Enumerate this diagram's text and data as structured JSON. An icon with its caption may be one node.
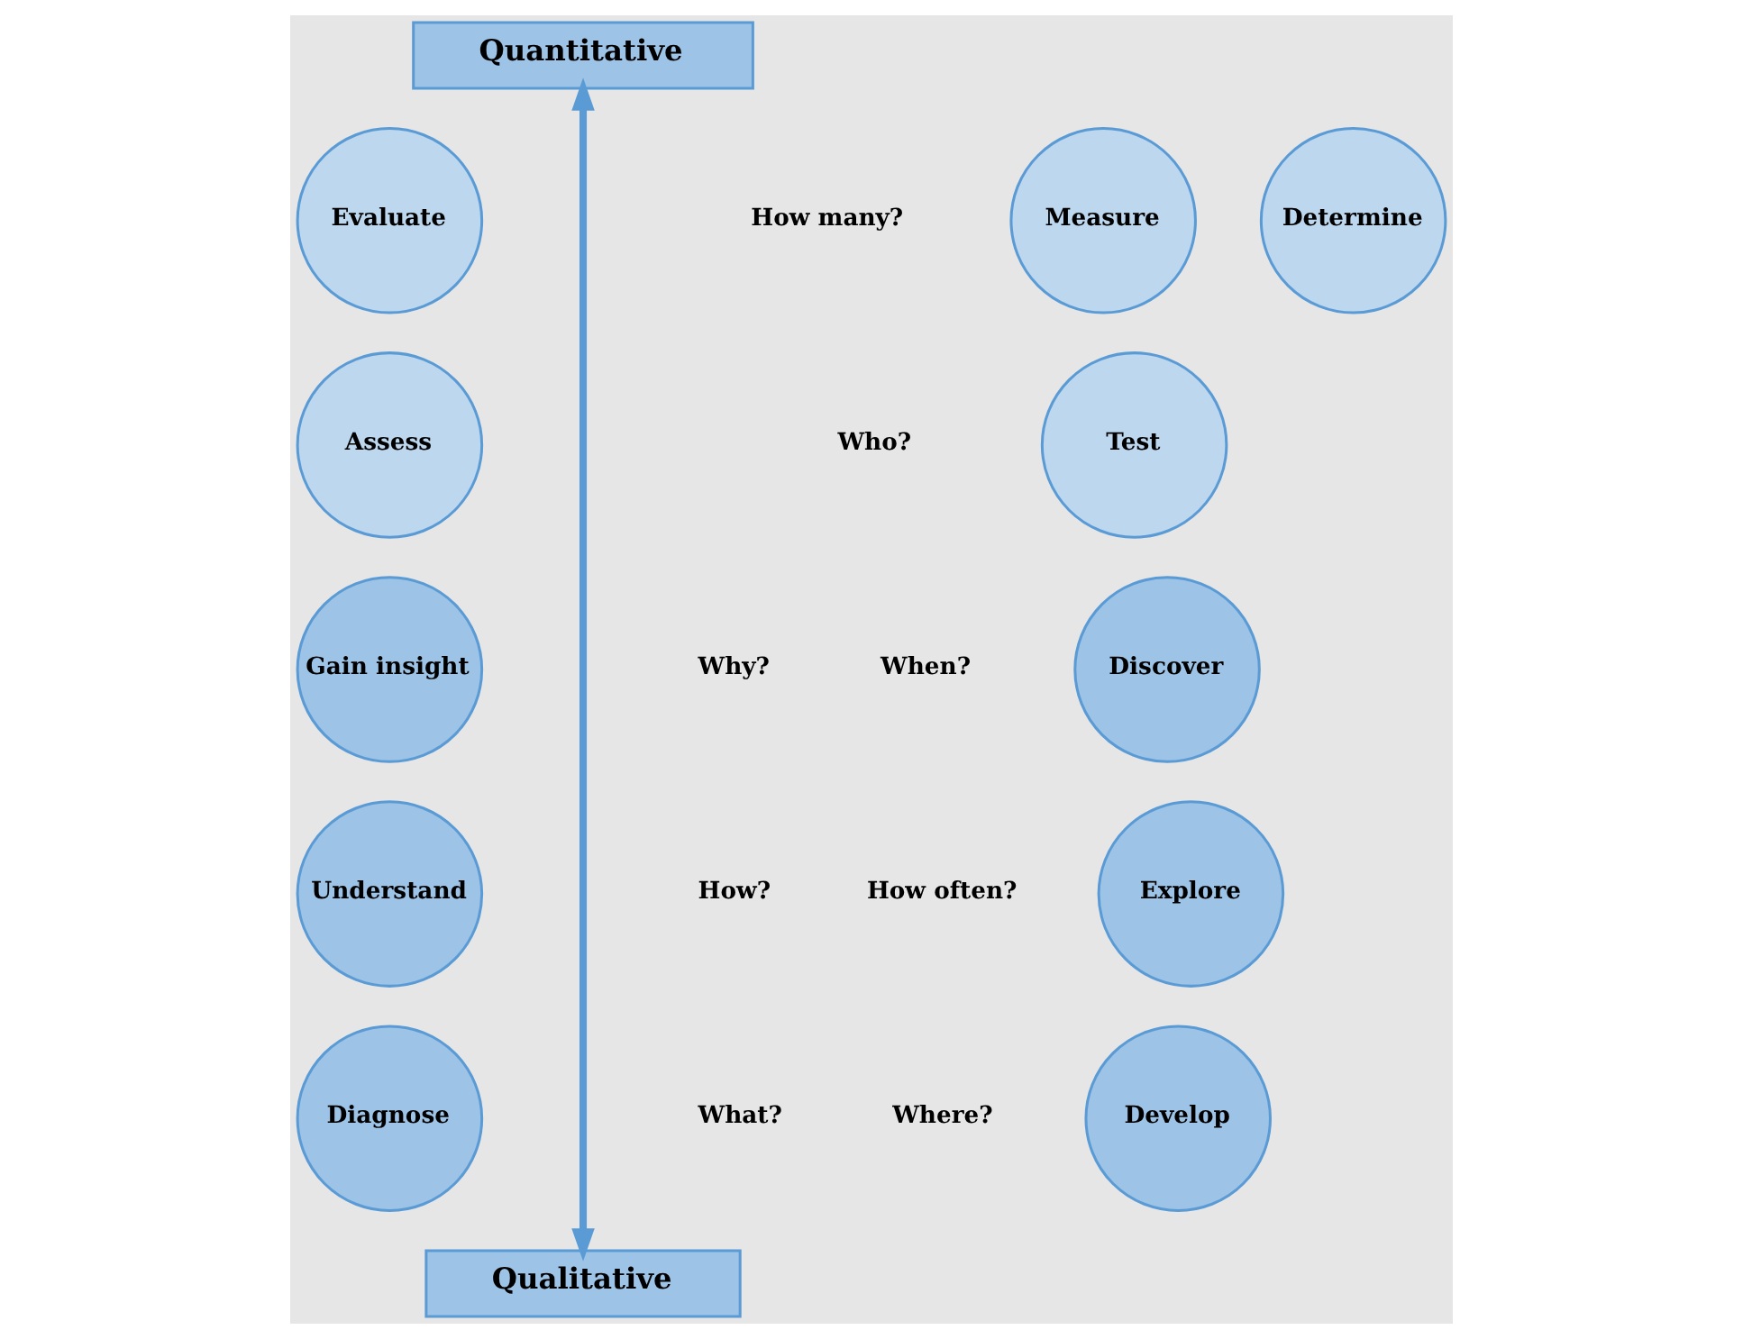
{
  "diagram": {
    "nodes": [
      {
        "text": [
          "Quantitative"
        ]
      },
      {
        "text": [
          "Measure"
        ]
      },
      {
        "text": [
          "Determine"
        ]
      },
      {
        "text": [
          "Evaluate"
        ]
      },
      {
        "text": [
          "Test"
        ]
      },
      {
        "text": [
          "Assess"
        ]
      },
      {
        "text": [
          "Discover"
        ]
      },
      {
        "text": [
          "Gain insight"
        ]
      },
      {
        "text": [
          "Explore"
        ]
      },
      {
        "text": [
          "Understand"
        ]
      },
      {
        "text": [
          "Develop"
        ]
      },
      {
        "text": [
          "Diagnose"
        ]
      },
      {
        "text": [
          "Qualitative"
        ]
      }
    ],
    "edges": [
      {
        "from": 0,
        "to": 12,
        "arrow": "both"
      }
    ],
    "labels": [
      "How many?",
      "Who?",
      "When?",
      "How often?",
      "Where?",
      "Why?",
      "How?",
      "What?"
    ]
  }
}
